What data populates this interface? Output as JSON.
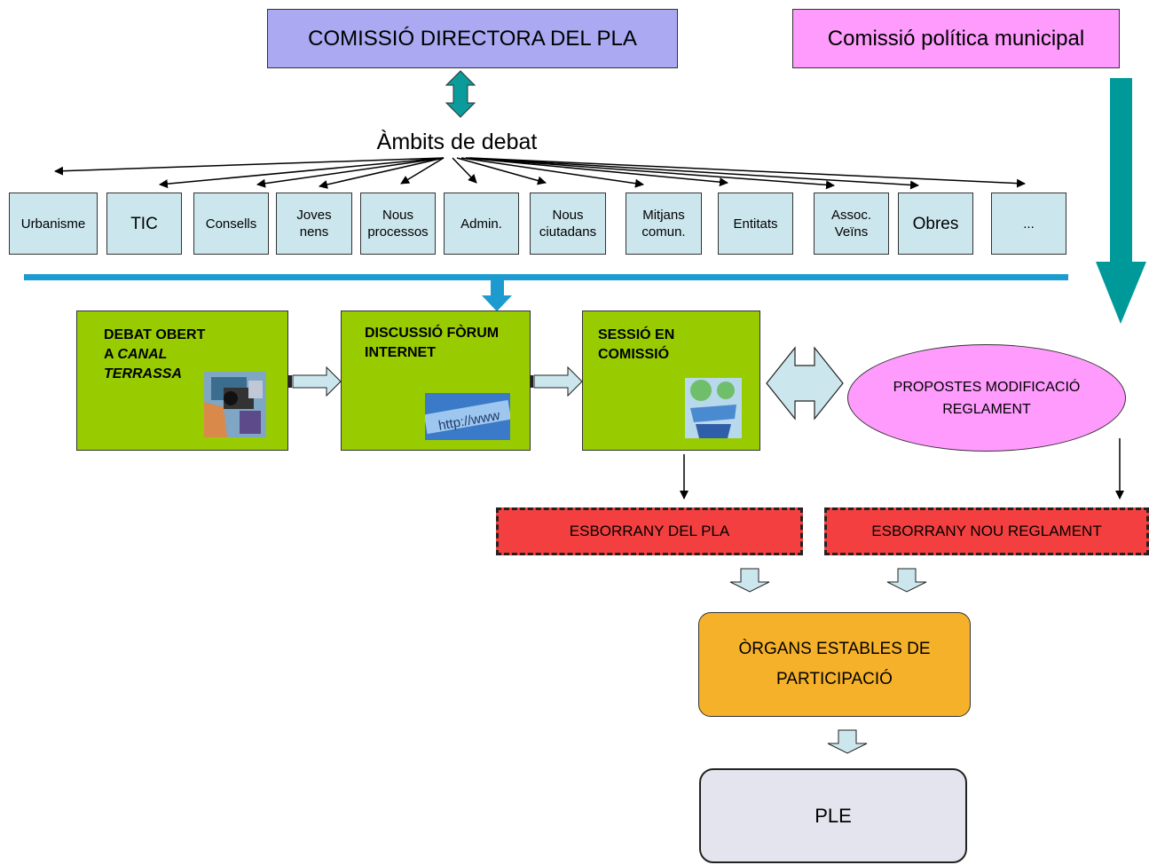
{
  "top": {
    "directora": "COMISSIÓ DIRECTORA DEL PLA",
    "politica": "Comissió política municipal",
    "ambits_label": "Àmbits de debat"
  },
  "areas": [
    {
      "id": "urbanisme",
      "label": "Urbanisme"
    },
    {
      "id": "tic",
      "label": "TIC"
    },
    {
      "id": "consells",
      "label": "Consells"
    },
    {
      "id": "joves",
      "label": "Joves nens"
    },
    {
      "id": "nous-processos",
      "label": "Nous processos"
    },
    {
      "id": "admin",
      "label": "Admin."
    },
    {
      "id": "nous-ciutadans",
      "label": "Nous ciutadans"
    },
    {
      "id": "mitjans",
      "label": "Mitjans comun."
    },
    {
      "id": "entitats",
      "label": "Entitats"
    },
    {
      "id": "assoc",
      "label": "Assoc. Veïns"
    },
    {
      "id": "obres",
      "label": "Obres"
    },
    {
      "id": "etc",
      "label": "..."
    }
  ],
  "stages": {
    "debat_line1": "DEBAT OBERT",
    "debat_line2_prefix": "A ",
    "debat_line2_italic": "CANAL",
    "debat_line3": "TERRASSA",
    "forum_line1": "DISCUSSIÓ FÒRUM",
    "forum_line2": "INTERNET",
    "sessio_line1": "SESSIÓ EN",
    "sessio_line2": "COMISSIÓ",
    "http_text": "http://www"
  },
  "propostes": {
    "line1": "PROPOSTES MODIFICACIÓ",
    "line2": "REGLAMENT"
  },
  "drafts": {
    "pla": "ESBORRANY DEL PLA",
    "reglament": "ESBORRANY NOU REGLAMENT"
  },
  "organs": {
    "line1": "ÒRGANS ESTABLES DE",
    "line2": "PARTICIPACIÓ"
  },
  "ple": "PLE",
  "colors": {
    "directora": "#aaa9f2",
    "politica": "#fe9bfd",
    "area_box": "#cce6ee",
    "stage": "#99cc00",
    "draft": "#f33f3f",
    "organs": "#f6b12a",
    "ple": "#e4e4ee",
    "teal_arrow": "#009999",
    "blue_bar": "#1d9bd1"
  }
}
